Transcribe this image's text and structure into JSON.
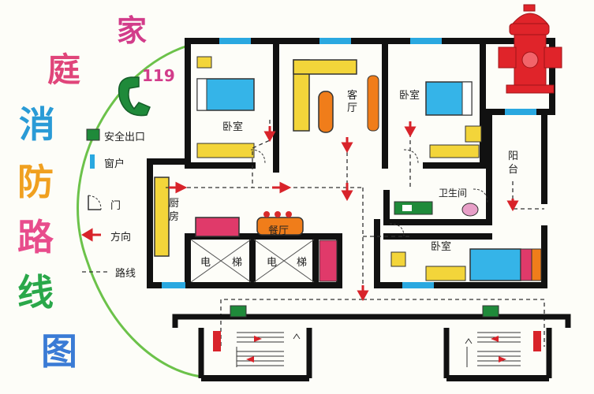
{
  "title_chars": [
    {
      "char": "家",
      "color": "#d23c8a"
    },
    {
      "char": "庭",
      "color": "#e0457a"
    },
    {
      "char": "消",
      "color": "#2a9bd6"
    },
    {
      "char": "防",
      "color": "#f0a020"
    },
    {
      "char": "路",
      "color": "#e84c8c"
    },
    {
      "char": "线",
      "color": "#2aa84a"
    },
    {
      "char": "图",
      "color": "#3a7bd5"
    }
  ],
  "emergency_number": "119",
  "legend": {
    "exit_label": "安全出口",
    "window_label": "窗户",
    "door_label": "门",
    "direction_label": "方向",
    "route_label": "路线"
  },
  "rooms": {
    "bedroom_a": "卧室",
    "living_room": "客厅",
    "bedroom_b": "卧室",
    "balcony": "阳台",
    "bathroom": "卫生间",
    "kitchen": "厨房",
    "dining": "餐厅",
    "bedroom_c": "卧室",
    "elevator_1a": "电",
    "elevator_1b": "梯",
    "elevator_2a": "电",
    "elevator_2b": "梯"
  },
  "colors": {
    "wall": "#111111",
    "window": "#2aa8e0",
    "exit_green": "#1f8a3a",
    "arrow_red": "#d8232a",
    "hydrant_red": "#e0242a",
    "route_green": "#6cc24a"
  }
}
